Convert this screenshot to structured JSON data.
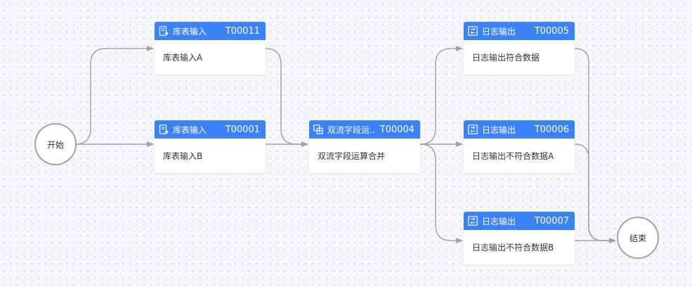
{
  "colors": {
    "header": "#3b82f6",
    "edge": "#a3a3a3",
    "background": "#f5f7fa"
  },
  "start": {
    "label": "开始"
  },
  "end": {
    "label": "结束"
  },
  "nodes": [
    {
      "id": "T00011",
      "type": "库表输入",
      "code": "T00011",
      "name": "库表输入A",
      "icon": "table-input-icon"
    },
    {
      "id": "T00001",
      "type": "库表输入",
      "code": "T00001",
      "name": "库表输入B",
      "icon": "table-input-icon"
    },
    {
      "id": "T00004",
      "type": "双流字段运...",
      "code": "T00004",
      "name": "双流字段运算合并",
      "icon": "merge-icon"
    },
    {
      "id": "T00005",
      "type": "日志输出",
      "code": "T00005",
      "name": "日志输出符合数据",
      "icon": "log-output-icon"
    },
    {
      "id": "T00006",
      "type": "日志输出",
      "code": "T00006",
      "name": "日志输出不符合数据A",
      "icon": "log-output-icon"
    },
    {
      "id": "T00007",
      "type": "日志输出",
      "code": "T00007",
      "name": "日志输出不符合数据B",
      "icon": "log-output-icon"
    }
  ],
  "edges": [
    {
      "from": "start",
      "to": "T00011"
    },
    {
      "from": "start",
      "to": "T00001"
    },
    {
      "from": "T00011",
      "to": "T00004"
    },
    {
      "from": "T00001",
      "to": "T00004"
    },
    {
      "from": "T00004",
      "to": "T00005"
    },
    {
      "from": "T00004",
      "to": "T00006"
    },
    {
      "from": "T00004",
      "to": "T00007"
    },
    {
      "from": "T00005",
      "to": "end"
    },
    {
      "from": "T00006",
      "to": "end"
    },
    {
      "from": "T00007",
      "to": "end"
    }
  ]
}
